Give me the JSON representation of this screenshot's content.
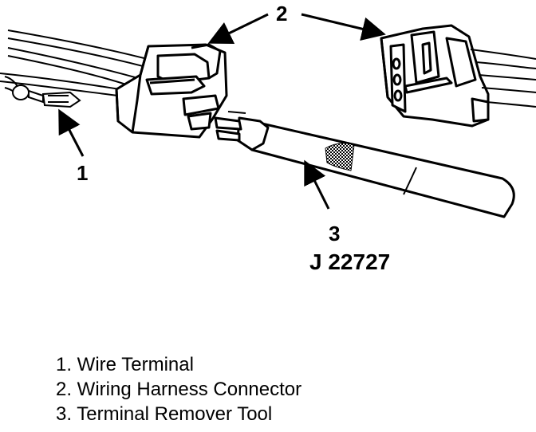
{
  "callouts": {
    "wire_terminal": "1",
    "harness_connector": "2",
    "remover_tool": "3"
  },
  "tool_part_number": "J 22727",
  "legend": [
    "1. Wire Terminal",
    "2. Wiring Harness Connector",
    "3. Terminal Remover Tool"
  ]
}
